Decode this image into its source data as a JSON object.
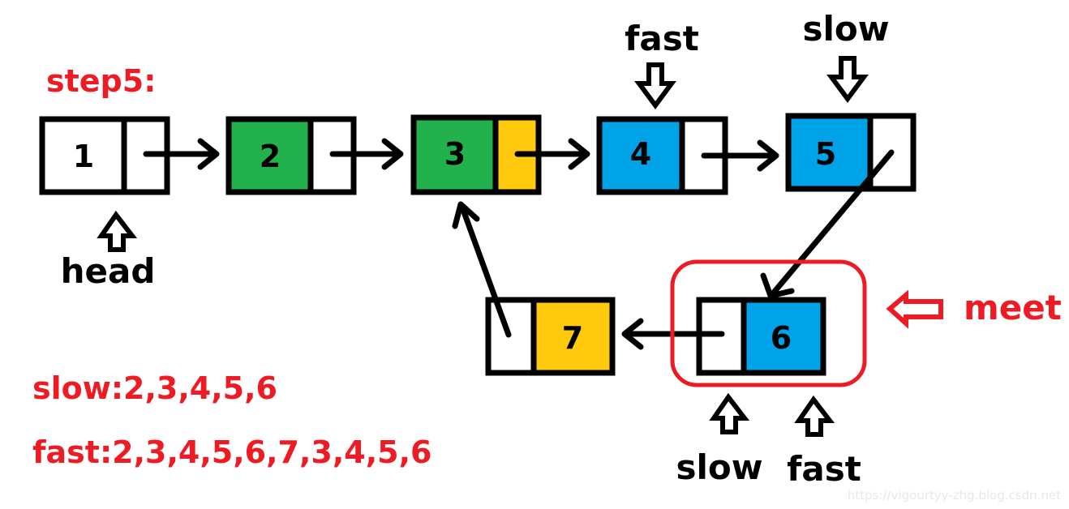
{
  "diagram": {
    "step_label": "step5:",
    "meet_label": "meet",
    "pointer_labels": {
      "head": "head",
      "slow_top": "slow",
      "fast_top": "fast",
      "slow_bottom": "slow",
      "fast_bottom": "fast"
    },
    "nodes": [
      {
        "value": "1",
        "data_color": "#ffffff",
        "next_color": "#ffffff"
      },
      {
        "value": "2",
        "data_color": "#22b14c",
        "next_color": "#ffffff"
      },
      {
        "value": "3",
        "data_color": "#22b14c",
        "next_color": "#ffc90e"
      },
      {
        "value": "4",
        "data_color": "#00a2e8",
        "next_color": "#ffffff"
      },
      {
        "value": "5",
        "data_color": "#00a2e8",
        "next_color": "#ffffff"
      },
      {
        "value": "6",
        "data_color": "#00a2e8",
        "next_color": "#ffffff"
      },
      {
        "value": "7",
        "data_color": "#ffc90e",
        "next_color": "#ffffff"
      }
    ],
    "traces": {
      "slow": "slow:2,3,4,5,6",
      "fast": "fast:2,3,4,5,6,7,3,4,5,6"
    },
    "watermark": "https://vigourtyy-zhg.blog.csdn.net",
    "colors": {
      "label_red": "#ed1c24",
      "ink": "#000000"
    }
  }
}
